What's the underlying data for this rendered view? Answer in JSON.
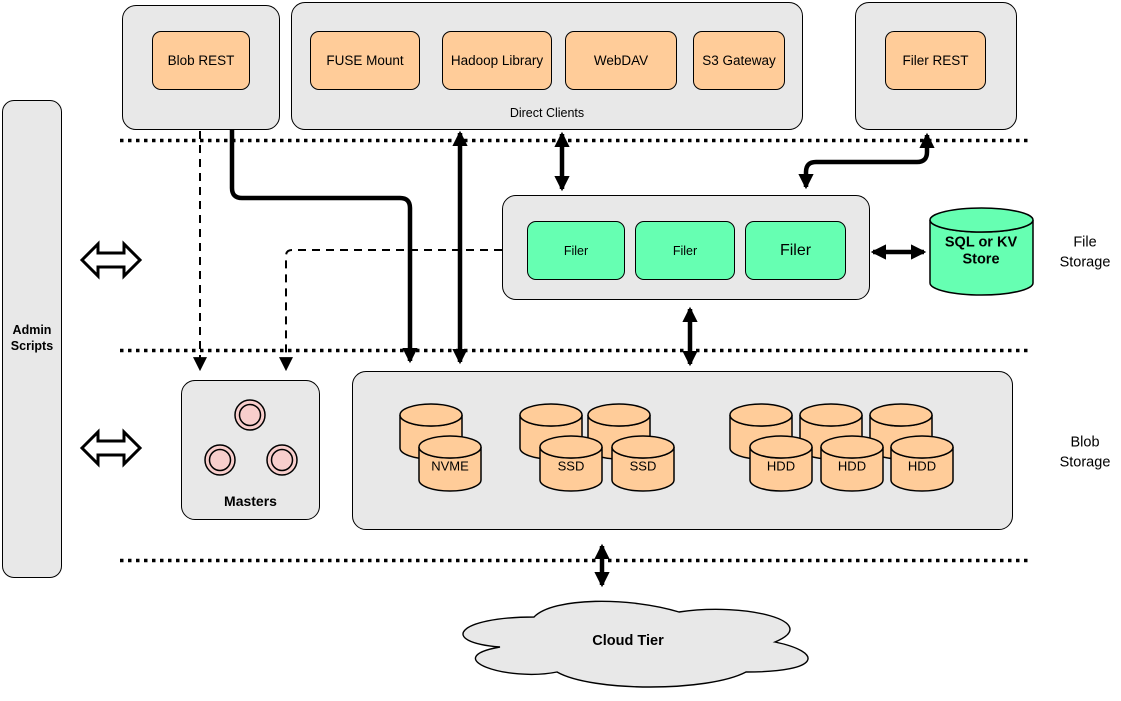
{
  "admin": {
    "label": "Admin Scripts"
  },
  "clients": {
    "blob_rest": "Blob REST",
    "direct": {
      "label": "Direct Clients",
      "items": [
        "FUSE Mount",
        "Hadoop Library",
        "WebDAV",
        "S3 Gateway"
      ]
    },
    "filer_rest": "Filer REST"
  },
  "file_tier": {
    "label": "File Storage",
    "filers": [
      "Filer",
      "Filer",
      "Filer"
    ],
    "store": "SQL or KV Store"
  },
  "blob_tier": {
    "label": "Blob Storage",
    "masters_label": "Masters",
    "volumes": [
      "NVME",
      "SSD",
      "SSD",
      "HDD",
      "HDD",
      "HDD"
    ]
  },
  "cloud": {
    "label": "Cloud Tier"
  },
  "colors": {
    "container_fill": "#E8E8E8",
    "client_box_fill": "#FFCC99",
    "filer_box_fill": "#66FFB2",
    "master_node_fill": "#F8CECC",
    "line": "#000000"
  }
}
